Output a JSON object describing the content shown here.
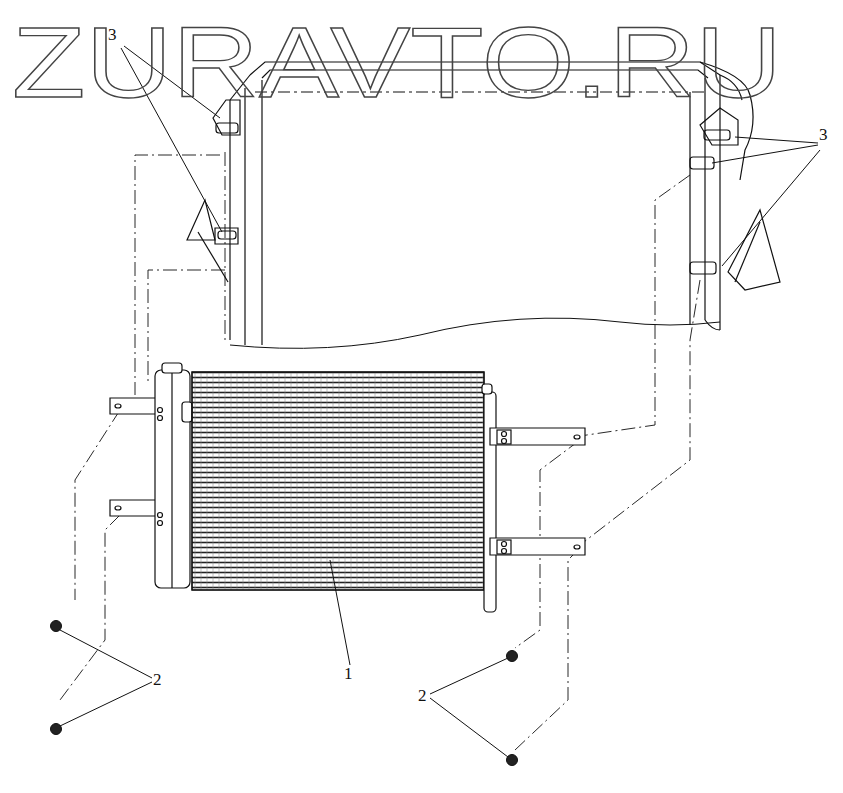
{
  "diagram": {
    "labels": [
      "ZURAVTO.RU",
      "3",
      "3",
      "1",
      "2",
      "2"
    ]
  }
}
